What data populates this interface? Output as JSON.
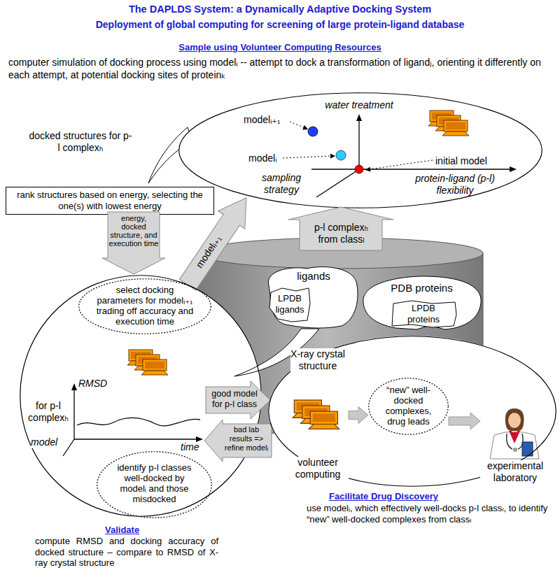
{
  "diagram": {
    "title": "The DAPLDS System: a Dynamically Adaptive Docking System",
    "nodes": [
      {
        "text": [
          "Sample using Volunteer Computing Resources",
          "computer simulation of docking process using modelᵢ -- attempt to dock a transformation of ligandⱼ, orienting it differently on each attempt, at potential docking sites of proteinₖ",
          "water treatment",
          "modelᵢ₊₁",
          "modelᵢ",
          "initial model",
          "sampling strategy",
          "protein-ligand (p-l) flexibility"
        ]
      },
      {
        "text": [
          "rank structures based on energy, selecting the one(s) with lowest energy"
        ]
      },
      {
        "text": [
          "energy, docked structure, and execution time"
        ]
      },
      {
        "text": [
          "modelᵢ₊₁"
        ]
      },
      {
        "text": [
          "p-l complexₕ from classₗ"
        ]
      },
      {
        "text": [
          "ligands"
        ]
      },
      {
        "text": [
          "LPDB ligands"
        ],
        "in": 5
      },
      {
        "text": [
          "PDB proteins"
        ]
      },
      {
        "text": [
          "LPDB proteins"
        ],
        "in": 7
      },
      {
        "text": [
          "RMSD",
          "for p-l complexₕ",
          "model",
          "time",
          "Validate",
          "compute RMSD and docking accuracy of docked structure – compare to RMSD of X-ray crystal structure"
        ]
      },
      {
        "text": [
          "select docking parameters for modelᵢ₊₁ trading off accuracy and execution time"
        ],
        "in": 9
      },
      {
        "text": [
          "identify p-l classes well-docked by modelᵢ and those misdocked"
        ],
        "in": 9
      },
      {
        "text": [
          "good model for p-l class"
        ]
      },
      {
        "text": [
          "bad lab results => refine modelᵢ"
        ]
      },
      {
        "text": [
          "Facilitate Drug Discovery",
          "use modelᵢ, which effectively well-docks p-l classₗ, to identify “new” well-docked complexes from classₗ"
        ]
      },
      {
        "text": [
          "volunteer computing"
        ],
        "in": 14
      },
      {
        "text": [
          "“new” well-docked complexes, drug leads"
        ],
        "in": 14
      },
      {
        "text": [
          "experimental laboratory"
        ],
        "in": 14
      }
    ],
    "edges": [
      {
        "from": 15,
        "to": 16,
        "arrow": "to"
      },
      {
        "from": 16,
        "to": 17,
        "arrow": "to"
      }
    ],
    "labels": [
      "Deployment of global computing for screening of large protein-ligand database",
      "docked structures for p-l complexₕ",
      "X-ray crystal structure"
    ]
  }
}
